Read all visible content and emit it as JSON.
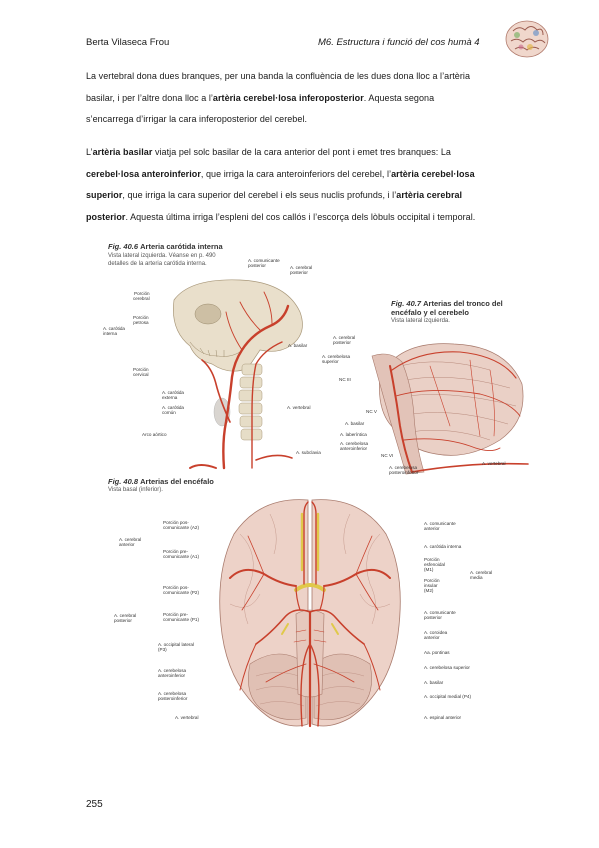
{
  "header": {
    "author": "Berta Vilaseca Frou",
    "course": "M6. Estructura i funció del cos humà 4"
  },
  "text": {
    "p1": [
      "La vertebral dona dues branques, per una banda la confluència de les dues dona lloc a l’artèria",
      "basilar, i per l’altre dona lloc a l’",
      "artèria cerebel·losa inferoposterior",
      ". Aquesta segona",
      "s’encarrega d’irrigar la cara inferoposterior del cerebel."
    ],
    "p2": [
      "L’",
      "artèria basilar",
      " viatja pel solc basilar de la cara anterior del pont i emet tres branques: La",
      "cerebel·losa anteroinferior",
      ", que irriga la cara anteroinferiors del cerebel, l’",
      "artèria cerebel·losa",
      "superior",
      ", que irriga la cara superior del cerebel i els seus nuclis profunds, i l’",
      "artèria cerebral",
      "posterior",
      ". Aquesta última irriga l’espleni del cos callós i l’escorça dels lòbuls occipital i temporal."
    ]
  },
  "figures": {
    "fig406": {
      "number": "Fig. 40.6",
      "name": "Arteria carótida interna",
      "sub1": "Vista lateral izquierda. Véanse en p. 490",
      "sub2": "detalles de la arteria carótida interna.",
      "labels": {
        "com_post": "A. comunicante\nposterior",
        "cer_post": "A. cerebral\nposterior",
        "porc_cer": "Porción\ncerebral",
        "porc_pet": "Porción\npetrosa",
        "car_int": "A. carótida\ninterna",
        "porc_cerv": "Porción\ncervical",
        "basilar": "A. basilar",
        "car_ext": "A. carótida\nexterna",
        "car_com": "A. carótida\ncomún",
        "vertebral": "A. vertebral",
        "arco": "Arco aórtico",
        "subclavia": "A. subclavia"
      }
    },
    "fig407": {
      "number": "Fig. 40.7",
      "name1": "Arterias del tronco del",
      "name2": "encéfalo  y el cerebelo",
      "sub": "Vista lateral izquierda.",
      "labels": {
        "cer_post": "A. cerebral\nposterior",
        "cereb_sup": "A. cerebelosa\nsuperior",
        "nc3": "NC III",
        "nc5": "NC V",
        "basilar": "A. basilar",
        "laber": "A. laberíntica",
        "cereb_ant": "A. cerebelosa\nanteroinferior",
        "nc6": "NC VI",
        "cereb_post": "A. cerebelosa\nposteroinferior",
        "vertebral": "A. vertebral"
      }
    },
    "fig408": {
      "number": "Fig. 40.8",
      "name": "Arterias del encéfalo",
      "sub": "Vista basal (inferior).",
      "left_labels": {
        "a2": "Porción pos-\ncomunicante (A2)",
        "a1": "Porción pre-\ncomunicante (A1)",
        "cer_ant": "A. cerebral\nanterior",
        "p2": "Porción pos-\ncomunicante (P2)",
        "p1": "Porción pre-\ncomunicante (P1)",
        "cer_post": "A. cerebral\nposterior",
        "p3": "A. occipital lateral\n(P3)",
        "cereb_antinf": "A. cerebelosa\nanteroinferior",
        "cereb_postinf": "A. cerebelosa\nposteroinferior",
        "vertebral": "A. vertebral"
      },
      "right_labels": {
        "com_ant": "A. comunicante\nanterior",
        "car_int": "A. carótida interna",
        "m1": "Porción\nesfenoidal\n(M1)",
        "m2": "Porción\ninsular\n(M2)",
        "cer_media": "A. cerebral\nmedia",
        "com_post": "A. comunicante\nposterior",
        "coroidea": "A. coroidea\nanterior",
        "pontinas": "Aa. pontinas",
        "cereb_sup": "A. cerebelosa superior",
        "basilar": "A. basilar",
        "p4": "A. occipital medial (P4)",
        "espinal": "A. espinal anterior"
      }
    }
  },
  "page_number": "255",
  "colors": {
    "artery": "#c8402c",
    "brain": "#e8c9bf",
    "bone": "#e6ddc7",
    "text": "#1a1a1a"
  }
}
